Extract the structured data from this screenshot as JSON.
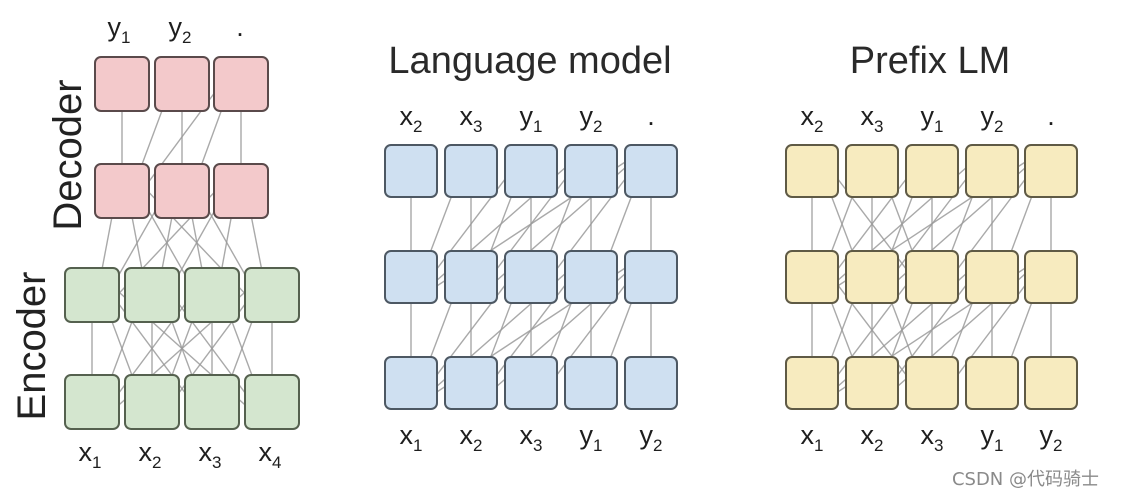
{
  "titles": {
    "language_model": "Language model",
    "prefix_lm": "Prefix LM"
  },
  "side_labels": {
    "decoder": "Decoder",
    "encoder": "Encoder"
  },
  "tokens": {
    "enc_dec_outputs": [
      {
        "base": "y",
        "sub": "1"
      },
      {
        "base": "y",
        "sub": "2"
      },
      {
        "base": ".",
        "sub": ""
      }
    ],
    "enc_dec_inputs": [
      {
        "base": "x",
        "sub": "1"
      },
      {
        "base": "x",
        "sub": "2"
      },
      {
        "base": "x",
        "sub": "3"
      },
      {
        "base": "x",
        "sub": "4"
      }
    ],
    "lm_outputs": [
      {
        "base": "x",
        "sub": "2"
      },
      {
        "base": "x",
        "sub": "3"
      },
      {
        "base": "y",
        "sub": "1"
      },
      {
        "base": "y",
        "sub": "2"
      },
      {
        "base": ".",
        "sub": ""
      }
    ],
    "lm_inputs": [
      {
        "base": "x",
        "sub": "1"
      },
      {
        "base": "x",
        "sub": "2"
      },
      {
        "base": "x",
        "sub": "3"
      },
      {
        "base": "y",
        "sub": "1"
      },
      {
        "base": "y",
        "sub": "2"
      }
    ],
    "prefix_outputs": [
      {
        "base": "x",
        "sub": "2"
      },
      {
        "base": "x",
        "sub": "3"
      },
      {
        "base": "y",
        "sub": "1"
      },
      {
        "base": "y",
        "sub": "2"
      },
      {
        "base": ".",
        "sub": ""
      }
    ],
    "prefix_inputs": [
      {
        "base": "x",
        "sub": "1"
      },
      {
        "base": "x",
        "sub": "2"
      },
      {
        "base": "x",
        "sub": "3"
      },
      {
        "base": "y",
        "sub": "1"
      },
      {
        "base": "y",
        "sub": "2"
      }
    ]
  },
  "colors": {
    "decoder_fill": "#f3c9cb",
    "decoder_stroke": "#5a4a4b",
    "encoder_fill": "#d4e6cf",
    "encoder_stroke": "#55614f",
    "lm_fill": "#cfe0f1",
    "lm_stroke": "#4d5863",
    "prefix_fill": "#f7ebbf",
    "prefix_stroke": "#5f5a45",
    "line": "#9a9a9a"
  },
  "watermark": "CSDN @代码骑士"
}
